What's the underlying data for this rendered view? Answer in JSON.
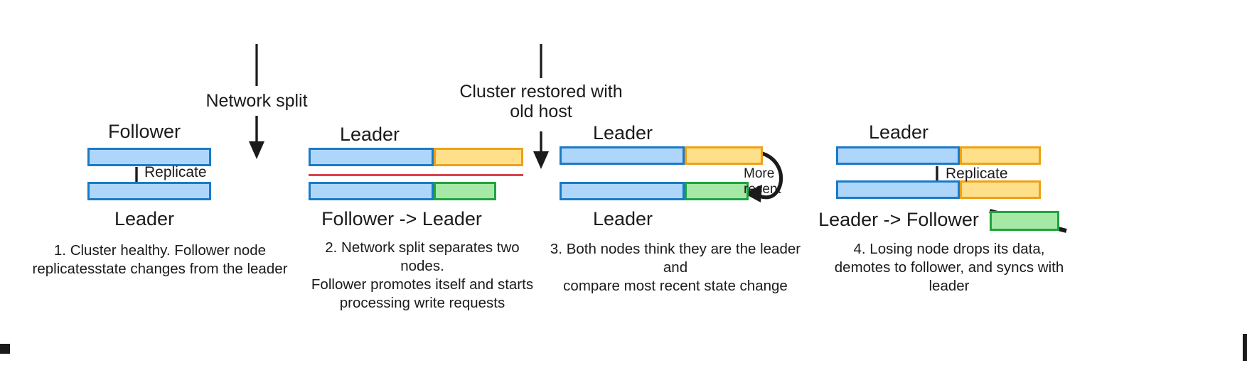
{
  "diagram": {
    "title_present": false,
    "colors": {
      "segment_blue_fill": "#aed6fb",
      "segment_blue_border": "#1a7ac7",
      "segment_orange_fill": "#ffe08a",
      "segment_orange_border": "#f0a017",
      "segment_green_fill": "#a6e8a6",
      "segment_green_border": "#1fa33f",
      "split_line": "#d9424a",
      "arrow": "#1b1b1b",
      "text": "#1b1b1b",
      "background": "#ffffff"
    }
  },
  "transitions": [
    {
      "id": "network-split",
      "label": "Network split"
    },
    {
      "id": "cluster-restored",
      "label_line1": "Cluster restored with",
      "label_line2": "old host"
    }
  ],
  "panels": [
    {
      "id": "panel-1",
      "top_label": "Follower",
      "bottom_label": "Leader",
      "inline_label": "Replicate",
      "caption_line1": "1. Cluster healthy. Follower node",
      "caption_line2": "replicatesstate changes from the leader",
      "top_bar_segments": [
        {
          "color": "blue",
          "width": 174
        }
      ],
      "bottom_bar_segments": [
        {
          "color": "blue",
          "width": 174
        }
      ],
      "split_line": false
    },
    {
      "id": "panel-2",
      "top_label": "Leader",
      "bottom_label": "Follower -> Leader",
      "inline_label": "",
      "caption_line1": "2. Network split separates two nodes.",
      "caption_line2": "Follower promotes itself and starts",
      "caption_line3": "processing write requests",
      "top_bar_segments": [
        {
          "color": "blue",
          "width": 176
        },
        {
          "color": "orange",
          "width": 126
        }
      ],
      "bottom_bar_segments": [
        {
          "color": "blue",
          "width": 176
        },
        {
          "color": "green",
          "width": 88
        }
      ],
      "split_line": true
    },
    {
      "id": "panel-3",
      "top_label": "Leader",
      "bottom_label": "Leader",
      "inline_label": "More recent",
      "caption_line1": "3. Both nodes think they are the leader and",
      "caption_line2": "compare most recent state change",
      "top_bar_segments": [
        {
          "color": "blue",
          "width": 176
        },
        {
          "color": "orange",
          "width": 110
        }
      ],
      "bottom_bar_segments": [
        {
          "color": "blue",
          "width": 176
        },
        {
          "color": "green",
          "width": 90
        }
      ],
      "split_line": false
    },
    {
      "id": "panel-4",
      "top_label": "Leader",
      "bottom_label": "Leader -> Follower",
      "inline_label": "Replicate",
      "caption_line1": "4. Losing node drops its data,",
      "caption_line2": "demotes to follower, and syncs with leader",
      "top_bar_segments": [
        {
          "color": "blue",
          "width": 174
        },
        {
          "color": "orange",
          "width": 114
        }
      ],
      "bottom_bar_segments": [
        {
          "color": "blue",
          "width": 174
        },
        {
          "color": "orange",
          "width": 114
        }
      ],
      "split_line": false,
      "discarded_segment": {
        "color": "green",
        "struck_through": true
      }
    }
  ]
}
